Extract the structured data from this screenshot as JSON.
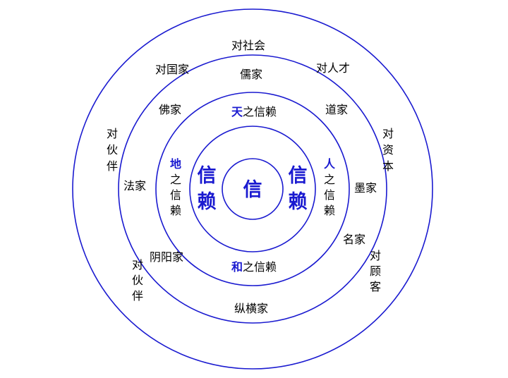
{
  "colors": {
    "ring": "#1a1ad0",
    "accent": "#1a1ad0",
    "text": "#000000"
  },
  "center": {
    "label": "信"
  },
  "inner_left": {
    "c1": "信",
    "c2": "赖"
  },
  "inner_right": {
    "c1": "信",
    "c2": "赖"
  },
  "heaven": {
    "key": "天",
    "rest": "之信赖"
  },
  "harmony": {
    "key": "和",
    "rest": "之信赖"
  },
  "earth": {
    "key": "地",
    "c2": "之",
    "c3": "信",
    "c4": "赖"
  },
  "people": {
    "key": "人",
    "c2": "之",
    "c3": "信",
    "c4": "赖"
  },
  "schools": {
    "ru": "儒家",
    "dao": "道家",
    "fo": "佛家",
    "fa": "法家",
    "mo": "墨家",
    "ming": "名家",
    "yinyang": "阴阳家",
    "zongheng": "纵横家"
  },
  "outer": {
    "society": "对社会",
    "nation": "对国家",
    "talent": "对人才",
    "partner_left": [
      "对",
      "伙",
      "伴"
    ],
    "capital": [
      "对",
      "资",
      "本"
    ],
    "partner_bottom": [
      "对",
      "伙",
      "伴"
    ],
    "customer": [
      "对",
      "顾",
      "客"
    ]
  }
}
